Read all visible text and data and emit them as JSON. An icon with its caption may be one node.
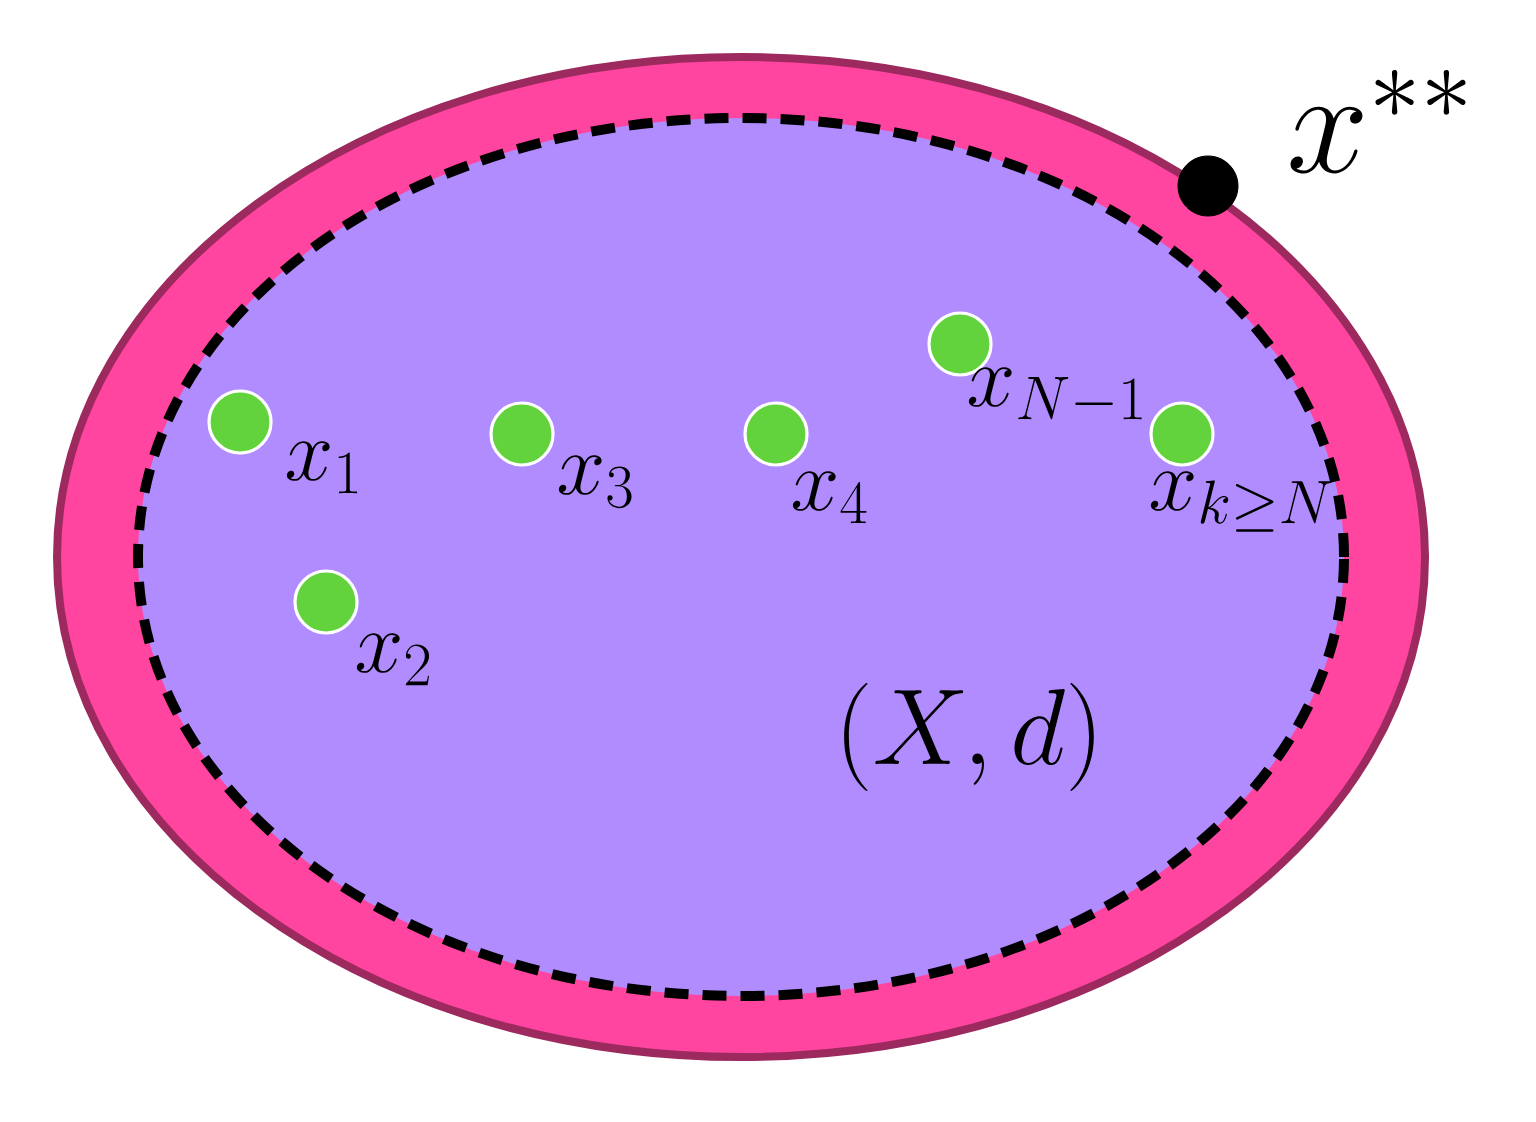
{
  "diagram": {
    "nodes": [
      {
        "text": [],
        "shape": "ellipse"
      },
      {
        "text": [
          "(X,d)"
        ],
        "in": 0
      },
      {
        "text": [],
        "shape": "circle",
        "beside": [
          "x_1"
        ],
        "in": 1
      },
      {
        "text": [],
        "shape": "circle",
        "beside": [
          "x_2"
        ],
        "in": 1
      },
      {
        "text": [],
        "shape": "circle",
        "beside": [
          "x_3"
        ],
        "in": 1
      },
      {
        "text": [],
        "shape": "circle",
        "beside": [
          "x_4"
        ],
        "in": 1
      },
      {
        "text": [],
        "shape": "circle",
        "beside": [
          "x_{N-1}"
        ],
        "in": 1
      },
      {
        "text": [],
        "shape": "circle",
        "beside": [
          "x_{k\\geq N}"
        ],
        "in": 1
      },
      {
        "text": [],
        "shape": "circle",
        "beside": [
          "x^{**}"
        ]
      }
    ]
  }
}
